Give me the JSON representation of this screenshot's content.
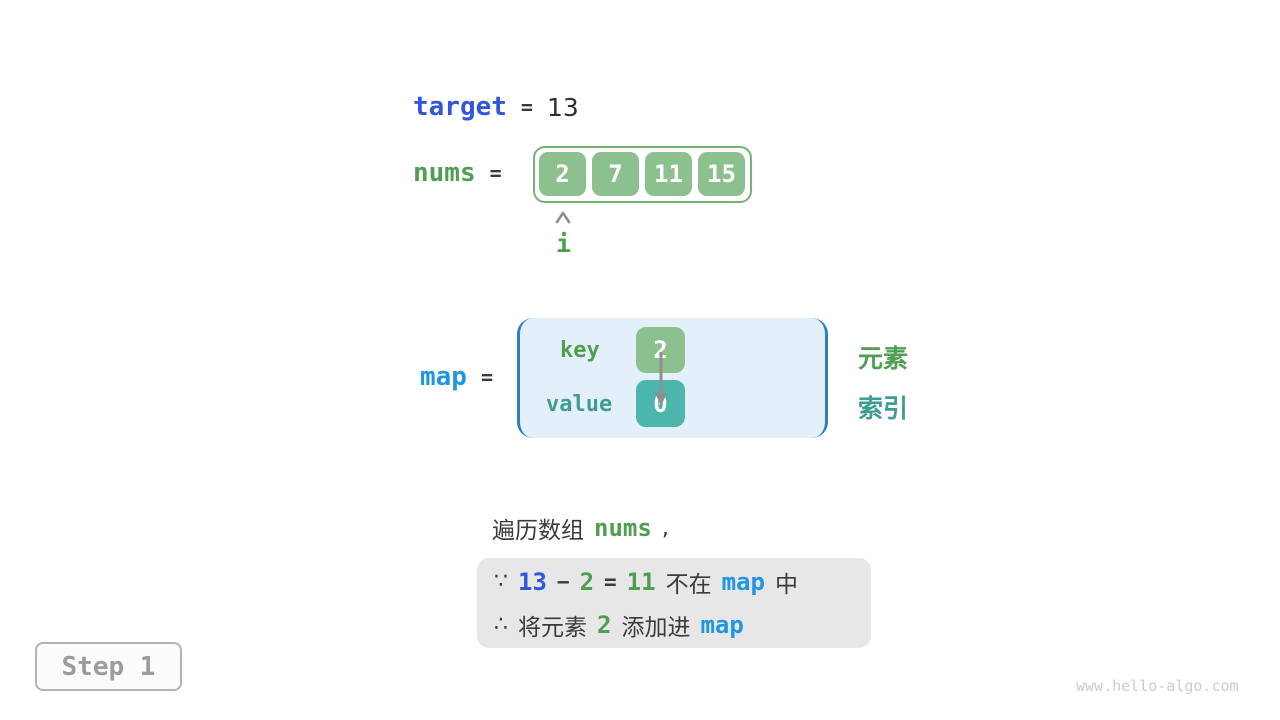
{
  "colors": {
    "keyword_blue": "#3355dd",
    "map_blue": "#2196e0",
    "code_green": "#4f9e52",
    "code_teal": "#3e9c90",
    "cell_green_fill": "#8dc08f",
    "array_border_green": "#74b276",
    "cell_teal_fill": "#4db6ac",
    "map_box_fill": "#e3f0f9",
    "map_box_border": "#2d7fc4",
    "text_dark": "#3b3b3b",
    "note_box_fill": "#e7e7e7",
    "arrow_gray": "#8f8f8f"
  },
  "target_row": {
    "keyword": "target",
    "eq": "=",
    "value": "13"
  },
  "nums_row": {
    "keyword": "nums",
    "eq": "=",
    "cells": [
      "2",
      "7",
      "11",
      "15"
    ],
    "pointer_label": "i"
  },
  "map_row": {
    "keyword": "map",
    "eq": "=",
    "key_label": "key",
    "key_value": "2",
    "value_label": "value",
    "value_value": "0",
    "legend_element": "元素",
    "legend_index": "索引"
  },
  "caption": {
    "prefix": "遍历数组",
    "code": "nums",
    "comma": ","
  },
  "note": {
    "line1": {
      "because": "∵",
      "target_val": "13",
      "minus": "−",
      "elem_val": "2",
      "eq": "=",
      "diff_val": "11",
      "not_in": "不在",
      "map_kw": "map",
      "in_suffix": "中"
    },
    "line2": {
      "therefore": "∴",
      "add_prefix": "将元素",
      "elem_val": "2",
      "add_suffix": "添加进",
      "map_kw": "map"
    }
  },
  "step_badge": "Step 1",
  "watermark": "www.hello-algo.com"
}
